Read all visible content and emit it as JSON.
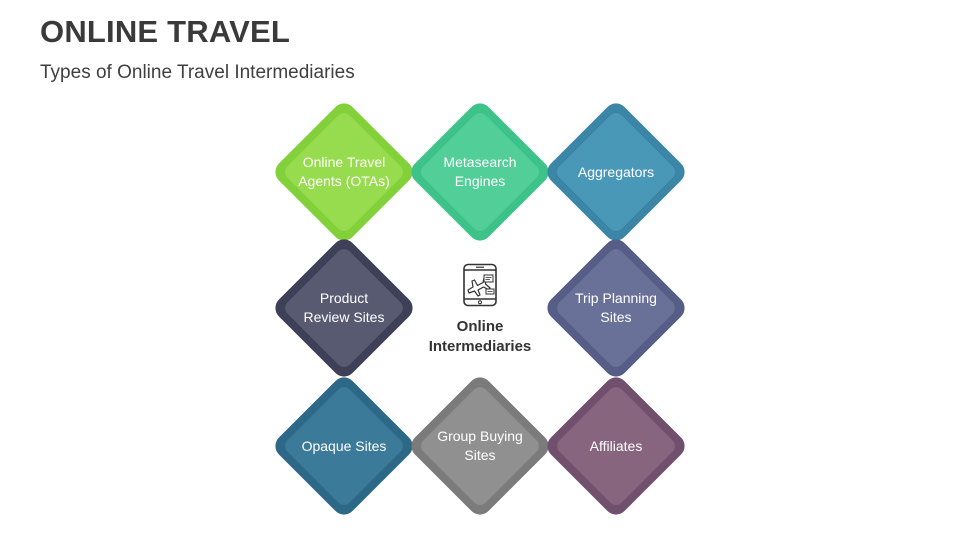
{
  "header": {
    "title": "ONLINE TRAVEL",
    "subtitle": "Types of Online Travel Intermediaries"
  },
  "center": {
    "line1": "Online",
    "line2": "Intermediaries",
    "icon": "travel-booking-phone-icon"
  },
  "nodes": [
    {
      "line1": "Online Travel",
      "line2": "Agents (OTAs)",
      "outer": "#82d13a",
      "inner": "#97dc4e"
    },
    {
      "line1": "Metasearch",
      "line2": "Engines",
      "outer": "#3dc38a",
      "inner": "#52ce98"
    },
    {
      "line1": "Aggregators",
      "line2": "",
      "outer": "#3b86a7",
      "inner": "#4a98b8"
    },
    {
      "line1": "Product",
      "line2": "Review Sites",
      "outer": "#3e4058",
      "inner": "#575a70"
    },
    {
      "line1": "Trip Planning",
      "line2": "Sites",
      "outer": "#565d86",
      "inner": "#6a7199"
    },
    {
      "line1": "Opaque Sites",
      "line2": "",
      "outer": "#2d6886",
      "inner": "#3b7a98"
    },
    {
      "line1": "Group Buying",
      "line2": "Sites",
      "outer": "#7b7b7b",
      "inner": "#909090"
    },
    {
      "line1": "Affiliates",
      "line2": "",
      "outer": "#70506d",
      "inner": "#87657f"
    }
  ]
}
